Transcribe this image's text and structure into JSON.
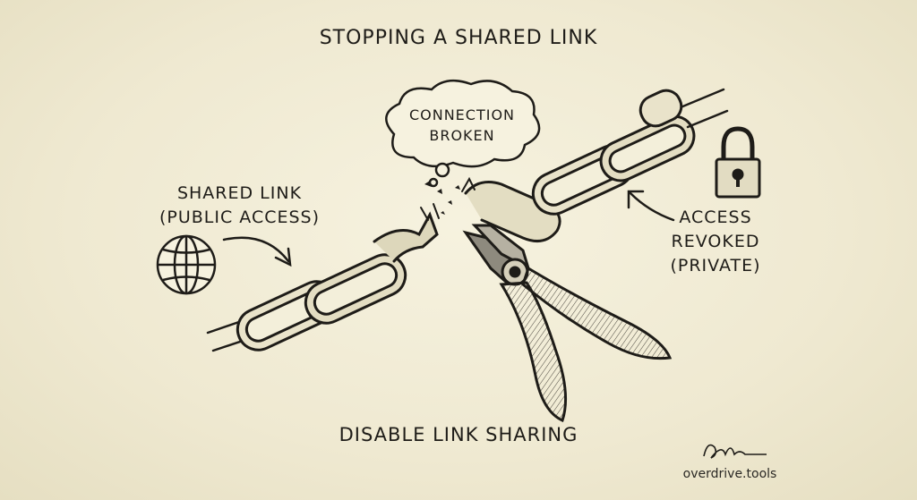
{
  "title": "STOPPING A SHARED LINK",
  "labels": {
    "shared_link_line1": "SHARED LINK",
    "shared_link_line2": "(PUBLIC ACCESS)",
    "revoked_line1": "ACCESS",
    "revoked_line2": "REVOKED",
    "revoked_line3": "(PRIVATE)",
    "bubble_line1": "CONNECTION",
    "bubble_line2": "BROKEN"
  },
  "caption": "DISABLE LINK SHARING",
  "brand": "overdrive.tools",
  "icons": [
    "globe-icon",
    "padlock-icon",
    "wire-cutters-icon",
    "chain-icon",
    "arrow-icon",
    "thought-bubble-icon"
  ],
  "colors": {
    "paper": "#f1ecd6",
    "ink": "#1e1c18"
  }
}
